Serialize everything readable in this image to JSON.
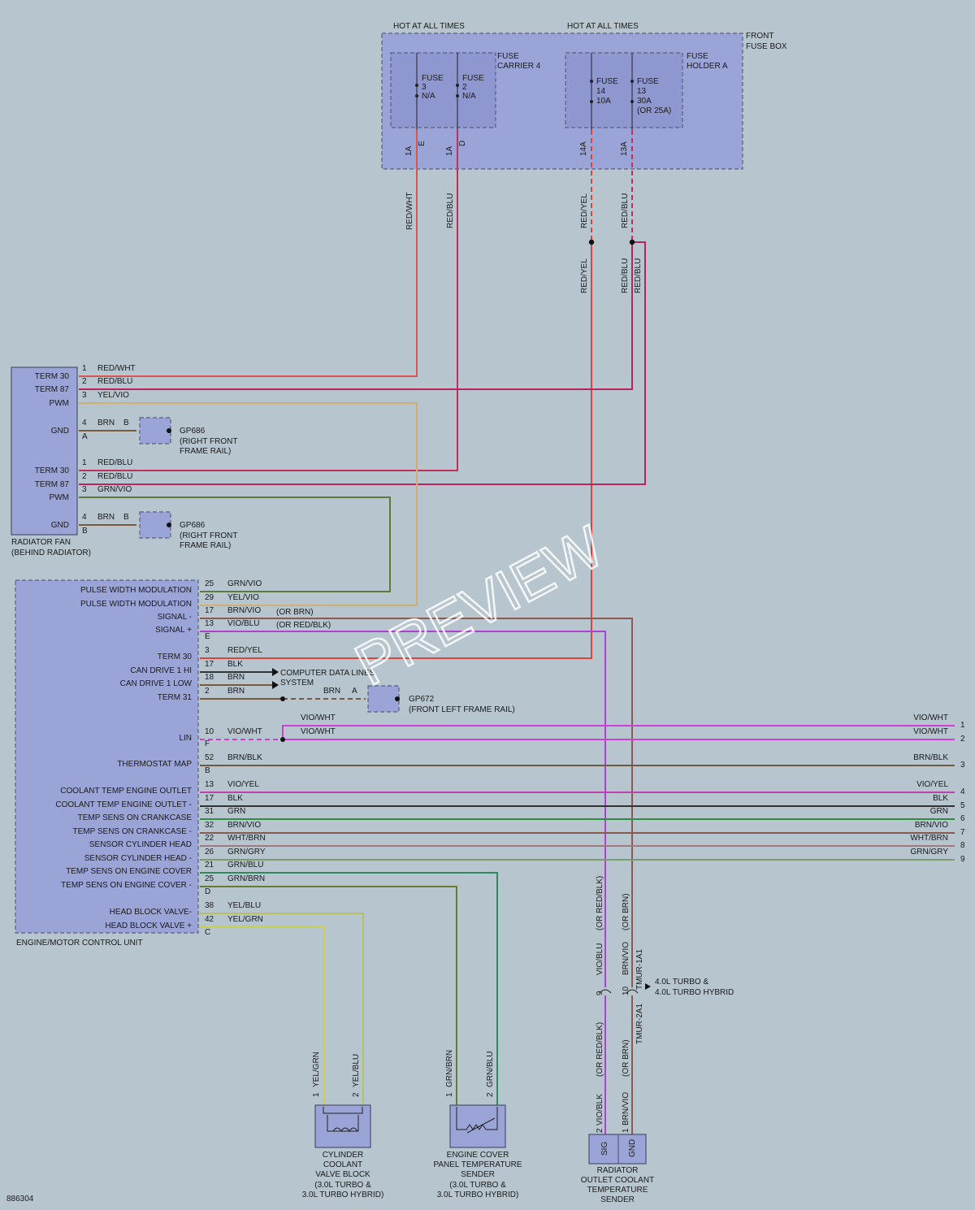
{
  "page": {
    "diagram_id": "886304",
    "watermark": "PREVIEW"
  },
  "colors": {
    "RED_WHT": "#d9534f",
    "RED_BLU": "#b8255a",
    "RED_YEL": "#d9473c",
    "YEL_VIO": "#c8a86a",
    "GRN_VIO": "#607a48",
    "BRN_VIO": "#8a5a50",
    "VIO_BLU": "#b040d0",
    "VIO_WHT": "#d040d8",
    "BRN_BLK": "#6f5a40",
    "VIO_YEL": "#c040b0",
    "BLK": "#333333",
    "GRN": "#2f8f3f",
    "WHT_BRN": "#a07a80",
    "GRN_GRY": "#7a9a70",
    "GRN_BLU": "#2e8a5a",
    "GRN_BRN": "#6a7a30",
    "YEL_BLU": "#b8c060",
    "YEL_GRN": "#c8d050",
    "BRN": "#7a5a3a",
    "component_fill": "#9aa4d6"
  },
  "fuse_box": {
    "label_line1": "FRONT",
    "label_line2": "FUSE BOX",
    "hot1": "HOT AT ALL TIMES",
    "hot2": "HOT AT ALL TIMES",
    "carrier_line1": "FUSE",
    "carrier_line2": "CARRIER 4",
    "holder_line1": "FUSE",
    "holder_line2": "HOLDER A",
    "fuses": [
      {
        "l1": "FUSE",
        "l2": "3",
        "l3": "N/A",
        "l4": ""
      },
      {
        "l1": "FUSE",
        "l2": "2",
        "l3": "N/A",
        "l4": ""
      },
      {
        "l1": "FUSE",
        "l2": "14",
        "l3": "10A",
        "l4": ""
      },
      {
        "l1": "FUSE",
        "l2": "13",
        "l3": "30A",
        "l4": "(OR 25A)"
      }
    ],
    "pins": [
      {
        "num": "1A",
        "letter": "E"
      },
      {
        "num": "1A",
        "letter": "D"
      },
      {
        "num": "14A",
        "letter": ""
      },
      {
        "num": "13A",
        "letter": ""
      }
    ]
  },
  "vertical_wire_labels": [
    "RED/WHT",
    "RED/BLU",
    "RED/YEL",
    "RED/BLU",
    "RED/YEL",
    "RED/BLU",
    "RED/BLU"
  ],
  "radiator_fan": {
    "label_line1": "RADIATOR FAN",
    "label_line2": "(BEHIND RADIATOR)",
    "pins": [
      {
        "name": "TERM 30",
        "num": "1",
        "wire": "RED/WHT"
      },
      {
        "name": "TERM 87",
        "num": "2",
        "wire": "RED/BLU"
      },
      {
        "name": "PWM",
        "num": "3",
        "wire": "YEL/VIO"
      },
      {
        "name": "GND",
        "num": "4",
        "wire": "BRN",
        "conn": "A",
        "side": "B"
      },
      {
        "name": "TERM 30",
        "num": "1",
        "wire": "RED/BLU"
      },
      {
        "name": "TERM 87",
        "num": "2",
        "wire": "RED/BLU"
      },
      {
        "name": "PWM",
        "num": "3",
        "wire": "GRN/VIO"
      },
      {
        "name": "GND",
        "num": "4",
        "wire": "BRN",
        "conn": "B",
        "side": "B"
      }
    ],
    "ground_a": {
      "id": "GP686",
      "l2": "(RIGHT FRONT",
      "l3": "FRAME RAIL)"
    },
    "ground_b": {
      "id": "GP686",
      "l2": "(RIGHT FRONT",
      "l3": "FRAME RAIL)"
    }
  },
  "ecu": {
    "label": "ENGINE/MOTOR CONTROL UNIT",
    "pins": [
      {
        "name": "PULSE WIDTH MODULATION",
        "num": "25",
        "wire": "GRN/VIO",
        "alt": ""
      },
      {
        "name": "PULSE WIDTH MODULATION",
        "num": "29",
        "wire": "YEL/VIO",
        "alt": ""
      },
      {
        "name": "SIGNAL -",
        "num": "17",
        "wire": "BRN/VIO",
        "alt": "(OR BRN)"
      },
      {
        "name": "SIGNAL +",
        "num": "13",
        "wire": "VIO/BLU",
        "alt": "(OR RED/BLK)"
      },
      {
        "name": "TERM 30",
        "num": "3",
        "wire": "RED/YEL",
        "alt": ""
      },
      {
        "name": "CAN DRIVE 1 HI",
        "num": "17",
        "wire": "BLK",
        "alt": ""
      },
      {
        "name": "CAN DRIVE 1 LOW",
        "num": "18",
        "wire": "BRN",
        "alt": ""
      },
      {
        "name": "TERM 31",
        "num": "2",
        "wire": "BRN",
        "alt": ""
      },
      {
        "name": "LIN",
        "num": "10",
        "wire": "VIO/WHT",
        "alt": ""
      },
      {
        "name": "THERMOSTAT MAP",
        "num": "52",
        "wire": "BRN/BLK",
        "alt": ""
      },
      {
        "name": "COOLANT TEMP ENGINE OUTLET",
        "num": "13",
        "wire": "VIO/YEL",
        "alt": ""
      },
      {
        "name": "COOLANT TEMP ENGINE OUTLET -",
        "num": "17",
        "wire": "BLK",
        "alt": ""
      },
      {
        "name": "TEMP SENS ON CRANKCASE",
        "num": "31",
        "wire": "GRN",
        "alt": ""
      },
      {
        "name": "TEMP SENS ON CRANKCASE -",
        "num": "32",
        "wire": "BRN/VIO",
        "alt": ""
      },
      {
        "name": "SENSOR CYLINDER HEAD",
        "num": "22",
        "wire": "WHT/BRN",
        "alt": ""
      },
      {
        "name": "SENSOR CYLINDER HEAD -",
        "num": "26",
        "wire": "GRN/GRY",
        "alt": ""
      },
      {
        "name": "TEMP SENS ON ENGINE COVER",
        "num": "21",
        "wire": "GRN/BLU",
        "alt": ""
      },
      {
        "name": "TEMP SENS ON ENGINE COVER -",
        "num": "25",
        "wire": "GRN/BRN",
        "alt": ""
      },
      {
        "name": "HEAD BLOCK VALVE-",
        "num": "38",
        "wire": "YEL/BLU",
        "alt": ""
      },
      {
        "name": "HEAD BLOCK VALVE +",
        "num": "42",
        "wire": "YEL/GRN",
        "alt": ""
      }
    ],
    "connector_letters": [
      "E",
      "F",
      "B",
      "D",
      "C"
    ],
    "can_label_line1": "COMPUTER DATA LINES",
    "can_label_line2": "SYSTEM",
    "ground": {
      "id": "GP672",
      "l2": "(FRONT LEFT FRAME RAIL)",
      "wire": "BRN",
      "conn": "A"
    },
    "lin_splice_wire": "VIO/WHT"
  },
  "right_exits": [
    {
      "num": "1",
      "wire": "VIO/WHT"
    },
    {
      "num": "2",
      "wire": "VIO/WHT"
    },
    {
      "num": "3",
      "wire": "BRN/BLK"
    },
    {
      "num": "4",
      "wire": "VIO/YEL"
    },
    {
      "num": "5",
      "wire": "BLK"
    },
    {
      "num": "6",
      "wire": "GRN"
    },
    {
      "num": "7",
      "wire": "BRN/VIO"
    },
    {
      "num": "8",
      "wire": "WHT/BRN"
    },
    {
      "num": "9",
      "wire": "GRN/GRY"
    }
  ],
  "inline_connector": {
    "upper_vio": "VIO/BLU",
    "upper_vio_alt": "(OR RED/BLK)",
    "upper_brn": "BRN/VIO",
    "upper_brn_alt": "(OR BRN)",
    "pin_vio": "9",
    "pin_brn": "10",
    "conn_upper": "TMUR-1A1",
    "conn_lower": "TMUR-2A1",
    "note_line1": "4.0L TURBO &",
    "note_line2": "4.0L TURBO HYBRID",
    "lower_vio": "VIO/BLK",
    "lower_vio_alt": "(OR RED/BLK)",
    "lower_brn": "BRN/VIO",
    "lower_brn_alt": "(OR BRN)",
    "lower_pin_vio": "2",
    "lower_pin_brn": "1"
  },
  "sensors": [
    {
      "id": "cylinder-coolant-valve-block",
      "l1": "CYLINDER",
      "l2": "COOLANT",
      "l3": "VALVE BLOCK",
      "l4": "(3.0L TURBO &",
      "l5": "3.0L TURBO HYBRID)",
      "p1": "1",
      "w1": "YEL/GRN",
      "p2": "2",
      "w2": "YEL/BLU"
    },
    {
      "id": "engine-cover-panel-temperature-sender",
      "l1": "ENGINE COVER",
      "l2": "PANEL TEMPERATURE",
      "l3": "SENDER",
      "l4": "(3.0L TURBO &",
      "l5": "3.0L TURBO HYBRID)",
      "p1": "1",
      "w1": "GRN/BRN",
      "p2": "2",
      "w2": "GRN/BLU"
    },
    {
      "id": "radiator-outlet-coolant-temperature-sender",
      "l1": "RADIATOR",
      "l2": "OUTLET COOLANT",
      "l3": "TEMPERATURE",
      "l4": "SENDER",
      "l5": "",
      "sig": "SIG",
      "gnd": "GND"
    }
  ]
}
